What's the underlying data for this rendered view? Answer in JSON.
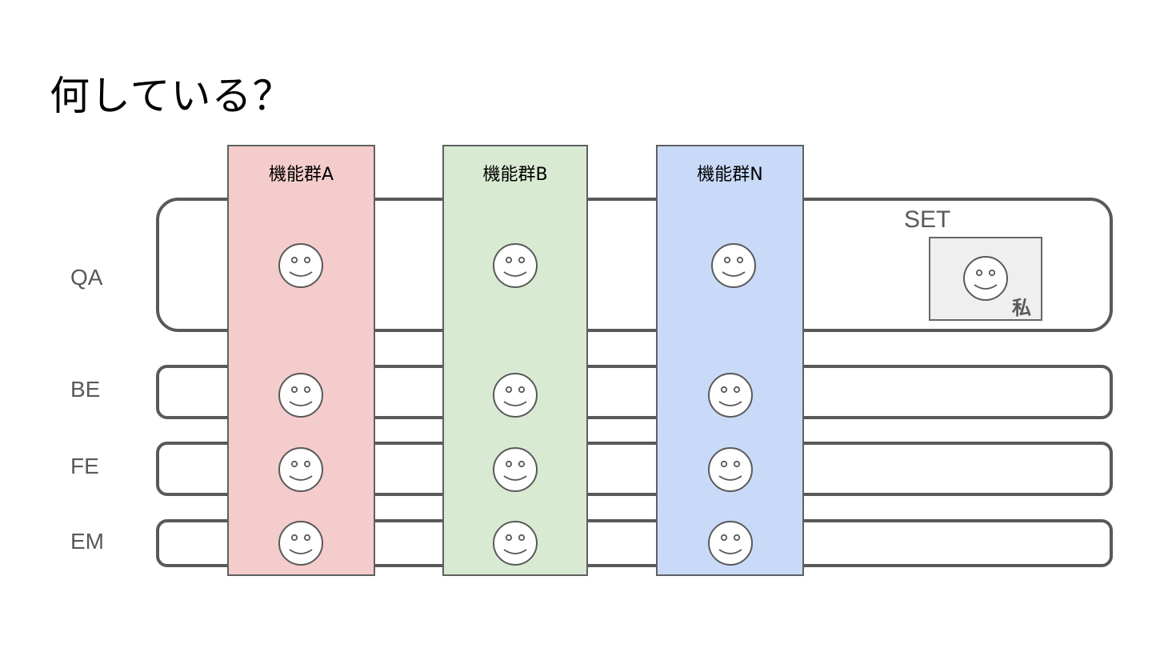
{
  "slide": {
    "title": "何している？",
    "rows": [
      {
        "key": "qa",
        "label": "QA"
      },
      {
        "key": "be",
        "label": "BE"
      },
      {
        "key": "fe",
        "label": "FE"
      },
      {
        "key": "em",
        "label": "EM"
      }
    ],
    "columns": [
      {
        "key": "a",
        "label": "機能群A",
        "color": "#f4cccc"
      },
      {
        "key": "b",
        "label": "機能群B",
        "color": "#d9ead3"
      },
      {
        "key": "n",
        "label": "機能群N",
        "color": "#c9daf8"
      }
    ],
    "set": {
      "label": "SET",
      "me_label": "私",
      "box_color": "#efefef"
    },
    "colors": {
      "outline": "#595959",
      "face_fill": "#ffffff"
    },
    "icons": {
      "person": "smiley-face-icon"
    }
  }
}
